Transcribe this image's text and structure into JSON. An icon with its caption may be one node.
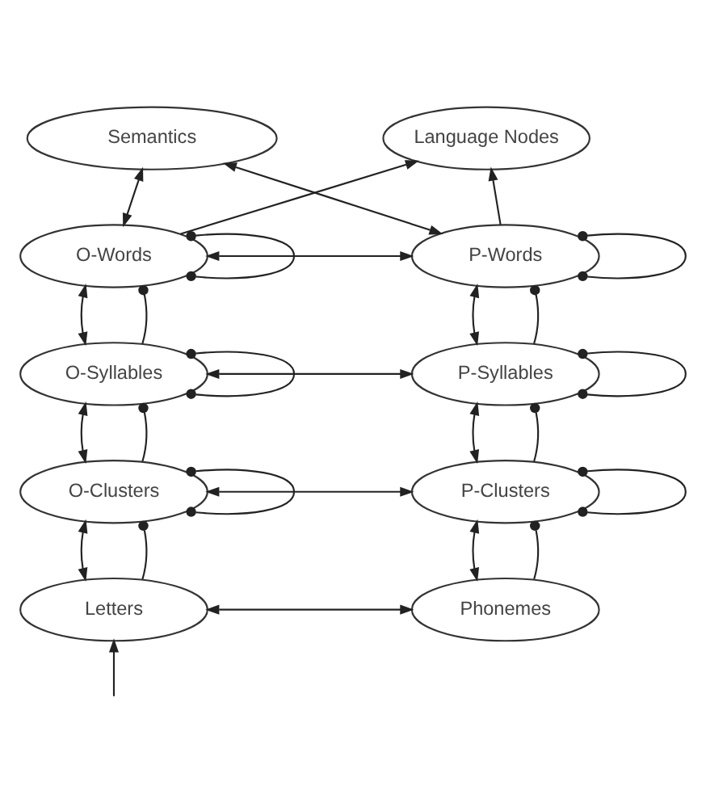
{
  "diagram": {
    "nodes": [
      {
        "text": [
          "Semantics"
        ]
      },
      {
        "text": [
          "Language Nodes"
        ]
      },
      {
        "text": [
          "O-Words"
        ]
      },
      {
        "text": [
          "P-Words"
        ]
      },
      {
        "text": [
          "O-Syllables"
        ]
      },
      {
        "text": [
          "P-Syllables"
        ]
      },
      {
        "text": [
          "O-Clusters"
        ]
      },
      {
        "text": [
          "P-Clusters"
        ]
      },
      {
        "text": [
          "Letters"
        ]
      },
      {
        "text": [
          "Phonemes"
        ]
      }
    ],
    "edges": [
      {
        "from": 0,
        "to": 2,
        "arrow": "both"
      },
      {
        "from": 0,
        "to": 3,
        "arrow": "both"
      },
      {
        "from": 2,
        "to": 1,
        "arrow": "to"
      },
      {
        "from": 3,
        "to": 1,
        "arrow": "to"
      },
      {
        "from": 2,
        "to": 2,
        "arrow": "other"
      },
      {
        "from": 2,
        "to": 3,
        "arrow": "both"
      },
      {
        "from": 3,
        "to": 3,
        "arrow": "other"
      },
      {
        "from": 2,
        "to": 4,
        "arrow": "both"
      },
      {
        "from": 4,
        "to": 2,
        "arrow": "other"
      },
      {
        "from": 3,
        "to": 5,
        "arrow": "both"
      },
      {
        "from": 5,
        "to": 3,
        "arrow": "other"
      },
      {
        "from": 4,
        "to": 4,
        "arrow": "other"
      },
      {
        "from": 4,
        "to": 5,
        "arrow": "both"
      },
      {
        "from": 5,
        "to": 5,
        "arrow": "other"
      },
      {
        "from": 4,
        "to": 6,
        "arrow": "both"
      },
      {
        "from": 6,
        "to": 4,
        "arrow": "other"
      },
      {
        "from": 5,
        "to": 7,
        "arrow": "both"
      },
      {
        "from": 7,
        "to": 5,
        "arrow": "other"
      },
      {
        "from": 6,
        "to": 6,
        "arrow": "other"
      },
      {
        "from": 6,
        "to": 7,
        "arrow": "both"
      },
      {
        "from": 7,
        "to": 7,
        "arrow": "other"
      },
      {
        "from": 6,
        "to": 8,
        "arrow": "both"
      },
      {
        "from": 8,
        "to": 6,
        "arrow": "other"
      },
      {
        "from": 7,
        "to": 9,
        "arrow": "both"
      },
      {
        "from": 9,
        "to": 7,
        "arrow": "other"
      },
      {
        "from": 8,
        "to": 9,
        "arrow": "both"
      },
      {
        "from": null,
        "to": 8,
        "arrow": "to"
      }
    ]
  }
}
